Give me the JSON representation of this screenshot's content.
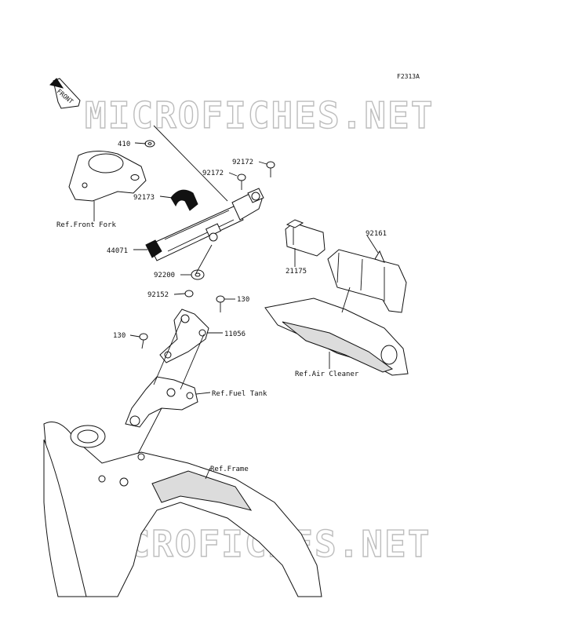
{
  "figure_code": "F2313A",
  "front_label": "FRONT",
  "watermark": "MICROFICHES.NET",
  "labels": {
    "p410": "410",
    "p92172a": "92172",
    "p92172b": "92172",
    "p92173": "92173",
    "ref_front_fork": "Ref.Front Fork",
    "p44071": "44071",
    "p92200": "92200",
    "p92152": "92152",
    "p130a": "130",
    "p130b": "130",
    "p11056": "11056",
    "ref_fuel_tank": "Ref.Fuel Tank",
    "ref_frame": "Ref.Frame",
    "p92161": "92161",
    "p21175": "21175",
    "ref_air_cleaner": "Ref.Air Cleaner"
  }
}
